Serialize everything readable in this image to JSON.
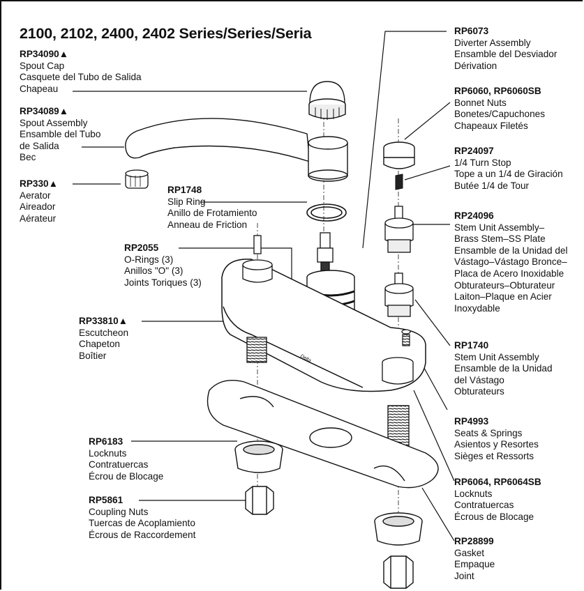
{
  "title": "2100, 2102, 2400, 2402 Series/Series/Seria",
  "parts": {
    "rp34090": {
      "code": "RP34090▲",
      "lines": [
        "Spout Cap",
        "Casquete del Tubo de Salida",
        "Chapeau"
      ]
    },
    "rp34089": {
      "code": "RP34089▲",
      "lines": [
        "Spout Assembly",
        "Ensamble del Tubo",
        "de Salida",
        "Bec"
      ]
    },
    "rp330": {
      "code": "RP330▲",
      "lines": [
        "Aerator",
        "Aireador",
        "Aérateur"
      ]
    },
    "rp1748": {
      "code": "RP1748",
      "lines": [
        "Slip Ring",
        "Anillo de Frotamiento",
        "Anneau de Friction"
      ]
    },
    "rp2055": {
      "code": "RP2055",
      "lines": [
        "O-Rings (3)",
        "Anillos \"O\" (3)",
        "Joints Toriques (3)"
      ]
    },
    "rp33810": {
      "code": "RP33810▲",
      "lines": [
        "Escutcheon",
        "Chapeton",
        "Boîtier"
      ]
    },
    "rp6183": {
      "code": "RP6183",
      "lines": [
        "Locknuts",
        "Contratuercas",
        "Écrou de Blocage"
      ]
    },
    "rp5861": {
      "code": "RP5861",
      "lines": [
        "Coupling Nuts",
        "Tuercas de Acoplamiento",
        "Écrous de Raccordement"
      ]
    },
    "rp6073": {
      "code": "RP6073",
      "lines": [
        "Diverter Assembly",
        "Ensamble del Desviador",
        "Dérivation"
      ]
    },
    "rp6060": {
      "code": "RP6060, RP6060SB",
      "lines": [
        "Bonnet Nuts",
        "Bonetes/Capuchones",
        "Chapeaux Filetés"
      ]
    },
    "rp24097": {
      "code": "RP24097",
      "lines": [
        "1/4 Turn Stop",
        "Tope a un 1/4 de Giración",
        "Butée 1/4 de Tour"
      ]
    },
    "rp24096": {
      "code": "RP24096",
      "lines": [
        "Stem Unit Assembly–",
        "Brass Stem–SS Plate",
        "Ensamble de la Unidad del",
        "Vástago–Vástago Bronce–",
        "Placa de Acero Inoxidable",
        "Obturateurs–Obturateur",
        "Laiton–Plaque en Acier",
        "Inoxydable"
      ]
    },
    "rp1740": {
      "code": "RP1740",
      "lines": [
        "Stem Unit Assembly",
        "Ensamble de la Unidad",
        "del Vástago",
        "Obturateurs"
      ]
    },
    "rp4993": {
      "code": "RP4993",
      "lines": [
        "Seats & Springs",
        "Asientos y Resortes",
        "Sièges et Ressorts"
      ]
    },
    "rp6064": {
      "code": "RP6064, RP6064SB",
      "lines": [
        "Locknuts",
        "Contratuercas",
        "Écrous de Blocage"
      ]
    },
    "rp28899": {
      "code": "RP28899",
      "lines": [
        "Gasket",
        "Empaque",
        "Joint"
      ]
    }
  },
  "escutcheon_logo": "Delta"
}
